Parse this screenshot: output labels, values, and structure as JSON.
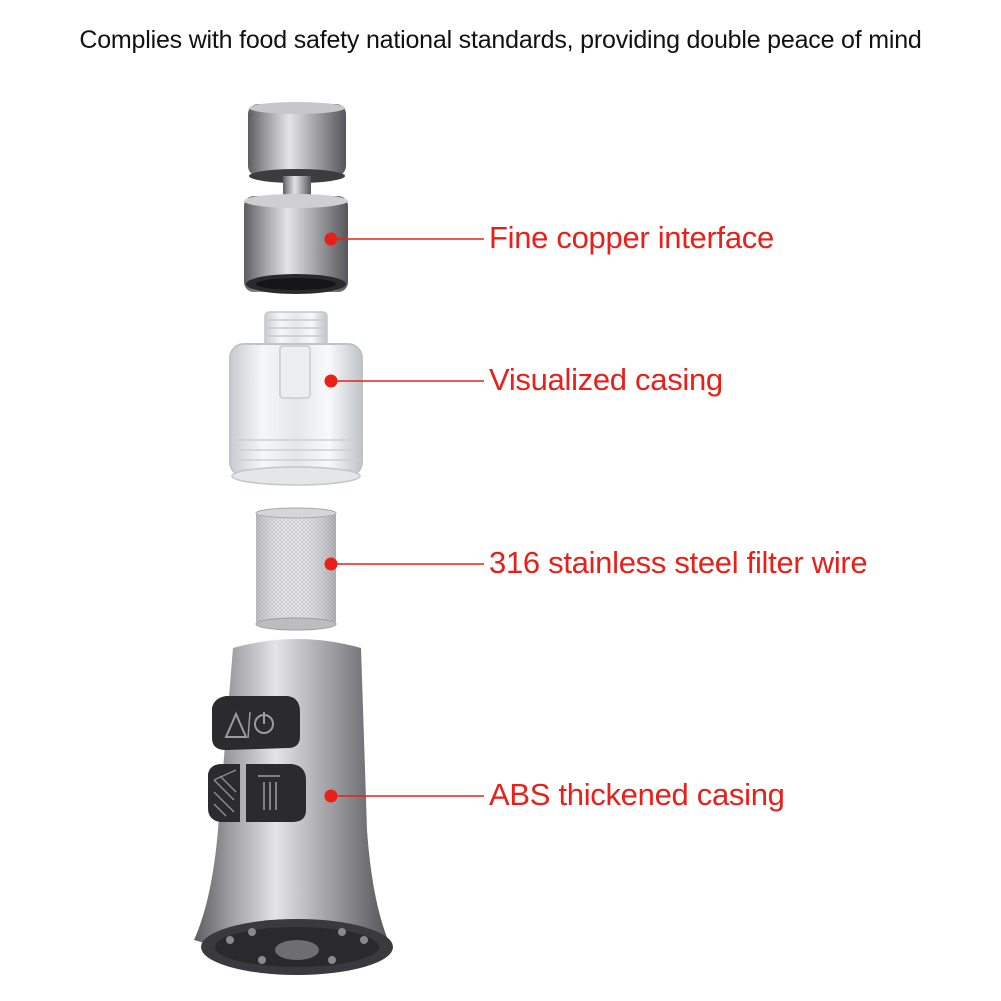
{
  "headline": "Complies with food safety national standards, providing double peace of mind",
  "colors": {
    "accent": "#e8201a",
    "metal_light": "#d9d9db",
    "metal_dark": "#6e6e72",
    "button": "#2b2b2e"
  },
  "callouts": [
    {
      "id": "copper",
      "label": "Fine copper interface"
    },
    {
      "id": "casing",
      "label": "Visualized casing"
    },
    {
      "id": "filter",
      "label": "316 stainless steel filter wire"
    },
    {
      "id": "abs",
      "label": "ABS thickened casing"
    }
  ],
  "parts": [
    {
      "id": "swivel-joint",
      "icon": "swivel-joint-icon"
    },
    {
      "id": "copper-interface",
      "icon": "copper-connector-icon"
    },
    {
      "id": "transparent-casing",
      "icon": "clear-casing-icon"
    },
    {
      "id": "filter-mesh",
      "icon": "mesh-filter-icon"
    },
    {
      "id": "sprayer-head",
      "icon": "sprayer-head-icon"
    }
  ]
}
